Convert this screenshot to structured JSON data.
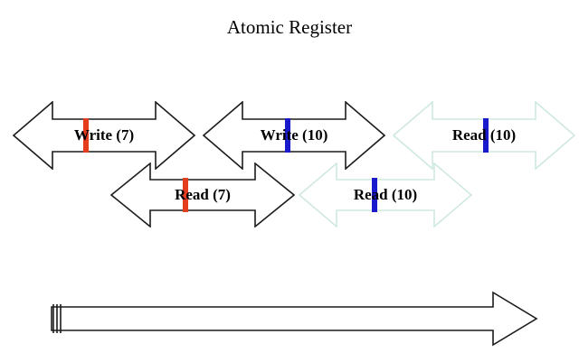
{
  "title": "Atomic Register",
  "colors": {
    "outline_black": "#1c1c1c",
    "outline_pale": "#cfe8e2",
    "fill_white": "#ffffff",
    "tick_red": "#e63c1e",
    "tick_blue": "#1a1acd"
  },
  "operations": {
    "write7": {
      "label": "Write (7)"
    },
    "write10": {
      "label": "Write (10)"
    },
    "read10_top": {
      "label": "Read (10)"
    },
    "read7": {
      "label": "Read (7)"
    },
    "read10_bottom": {
      "label": "Read (10)"
    }
  }
}
